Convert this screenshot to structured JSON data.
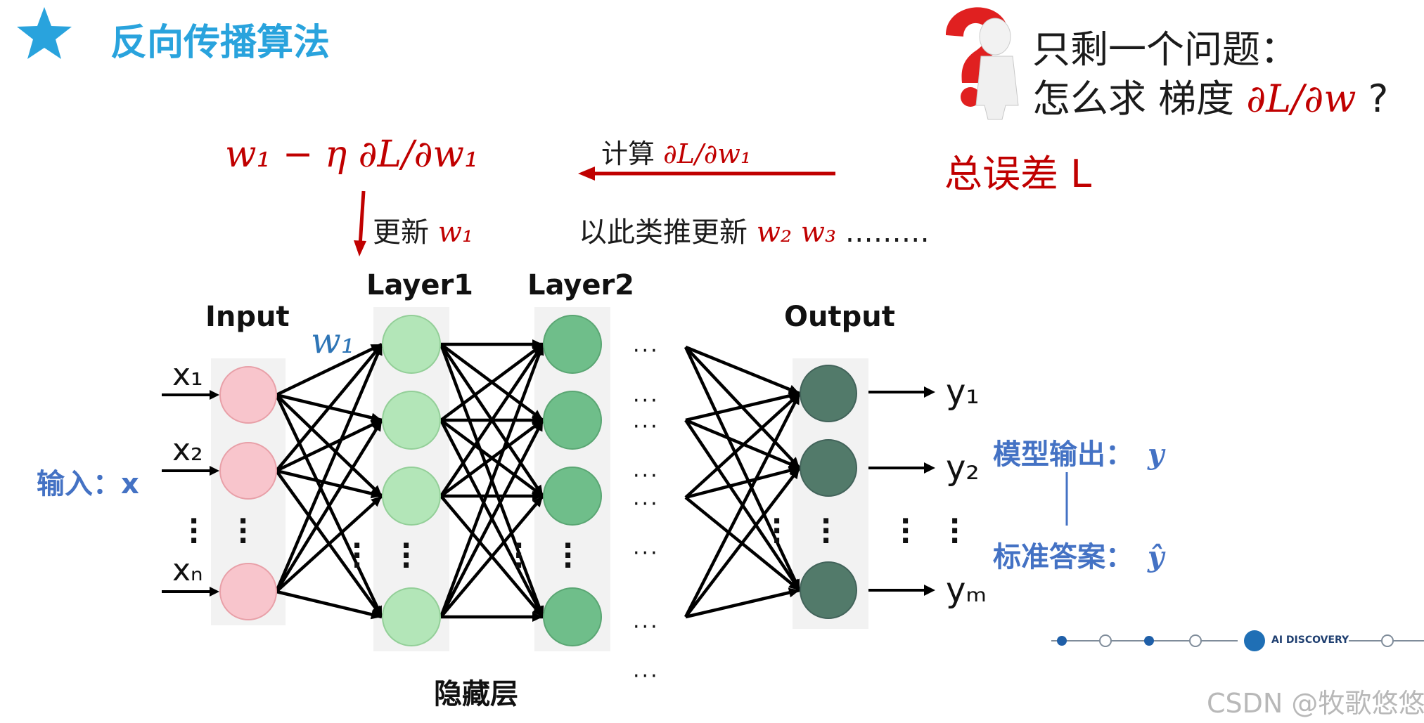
{
  "header": {
    "title": "反向传播算法",
    "question_line1": "只剩一个问题：",
    "question_line2_prefix": "怎么求 梯度 ",
    "question_line2_formula": "∂L/∂w",
    "question_line2_suffix": " ?"
  },
  "flow": {
    "update_formula": "w₁ − η ∂L/∂w₁",
    "compute_label": "计算 ",
    "compute_formula": "∂L/∂w₁",
    "total_error": "总误差   L",
    "update_label": "更新 ",
    "update_var": "w₁",
    "analogy_label": "以此类推更新 ",
    "analogy_vars": "w₂  w₃",
    "analogy_dots": "………"
  },
  "network": {
    "layer_labels": {
      "input": "Input",
      "layer1": "Layer1",
      "layer2": "Layer2",
      "output": "Output",
      "hidden": "隐藏层"
    },
    "weight_label": "w₁",
    "inputs": [
      "x₁",
      "x₂",
      "xₙ"
    ],
    "outputs": [
      "y₁",
      "y₂",
      "yₘ"
    ],
    "input_text": "输入：x",
    "model_output_label": "模型输出：",
    "model_output_var": "y",
    "standard_answer_label": "标准答案：",
    "standard_answer_var": "ŷ",
    "colors": {
      "input": "#f8c5cc",
      "layer1": "#b3e6b8",
      "layer2": "#6fbe8a",
      "output": "#527a6a",
      "red": "#c00000",
      "blue": "#4472c4",
      "title": "#29a3dd"
    }
  },
  "footer": {
    "brand": "AI DISCOVERY",
    "watermark": "CSDN @牧歌悠悠"
  }
}
